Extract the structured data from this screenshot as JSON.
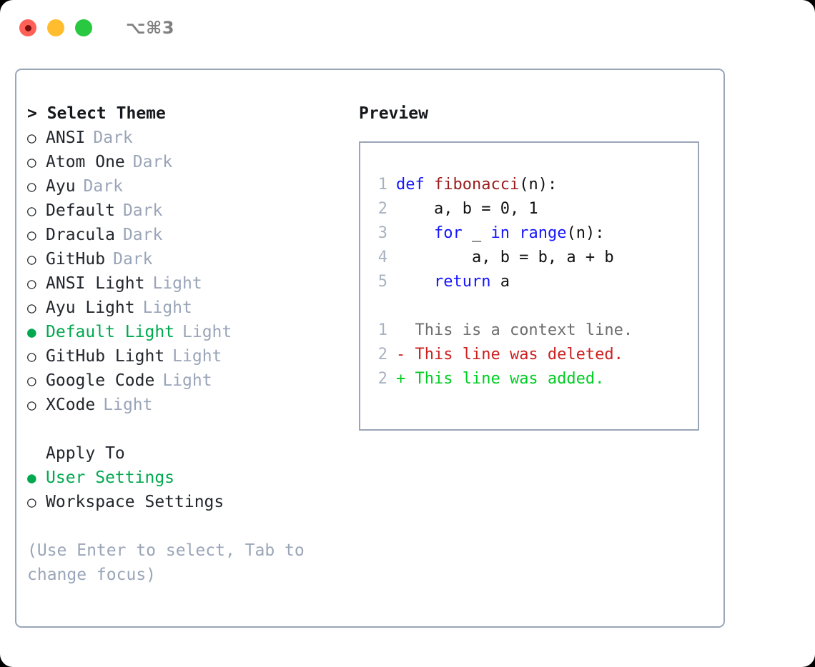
{
  "titlebar": {
    "shortcut": "⌥⌘3",
    "lights": [
      "close-red",
      "minimize-yellow",
      "zoom-green"
    ]
  },
  "theme_panel": {
    "header": "> Select Theme",
    "items": [
      {
        "marker": "○",
        "label": "ANSI",
        "badge": "Dark",
        "selected": false
      },
      {
        "marker": "○",
        "label": "Atom One",
        "badge": "Dark",
        "selected": false
      },
      {
        "marker": "○",
        "label": "Ayu",
        "badge": "Dark",
        "selected": false
      },
      {
        "marker": "○",
        "label": "Default",
        "badge": "Dark",
        "selected": false
      },
      {
        "marker": "○",
        "label": "Dracula",
        "badge": "Dark",
        "selected": false
      },
      {
        "marker": "○",
        "label": "GitHub",
        "badge": "Dark",
        "selected": false
      },
      {
        "marker": "○",
        "label": "ANSI Light",
        "badge": "Light",
        "selected": false
      },
      {
        "marker": "○",
        "label": "Ayu Light",
        "badge": "Light",
        "selected": false
      },
      {
        "marker": "●",
        "label": "Default Light",
        "badge": "Light",
        "selected": true
      },
      {
        "marker": "○",
        "label": "GitHub Light",
        "badge": "Light",
        "selected": false
      },
      {
        "marker": "○",
        "label": "Google Code",
        "badge": "Light",
        "selected": false
      },
      {
        "marker": "○",
        "label": "XCode",
        "badge": "Light",
        "selected": false
      }
    ],
    "apply_to": {
      "header": "Apply To",
      "options": [
        {
          "marker": "●",
          "label": "User Settings",
          "selected": true
        },
        {
          "marker": "○",
          "label": "Workspace Settings",
          "selected": false
        }
      ]
    },
    "hint": "(Use Enter to select, Tab to change focus)"
  },
  "preview": {
    "title": "Preview",
    "code_lines": [
      {
        "num": "1",
        "tokens": [
          {
            "t": "def ",
            "c": "kw"
          },
          {
            "t": "fibonacci",
            "c": "fn"
          },
          {
            "t": "(n):",
            "c": "plain"
          }
        ]
      },
      {
        "num": "2",
        "tokens": [
          {
            "t": "    a, b = 0, 1",
            "c": "plain"
          }
        ]
      },
      {
        "num": "3",
        "tokens": [
          {
            "t": "    ",
            "c": "plain"
          },
          {
            "t": "for",
            "c": "kw"
          },
          {
            "t": " _ ",
            "c": "plain"
          },
          {
            "t": "in range",
            "c": "kw"
          },
          {
            "t": "(n):",
            "c": "plain"
          }
        ]
      },
      {
        "num": "4",
        "tokens": [
          {
            "t": "        a, b = b, a + b",
            "c": "plain"
          }
        ]
      },
      {
        "num": "5",
        "tokens": [
          {
            "t": "    ",
            "c": "plain"
          },
          {
            "t": "return",
            "c": "kw"
          },
          {
            "t": " a",
            "c": "plain"
          }
        ]
      }
    ],
    "diff_lines": [
      {
        "num": "1",
        "sign": " ",
        "text": " This is a context line.",
        "kind": "ctx"
      },
      {
        "num": "2",
        "sign": "-",
        "text": " This line was deleted.",
        "kind": "del"
      },
      {
        "num": "2",
        "sign": "+",
        "text": " This line was added.",
        "kind": "add"
      }
    ]
  },
  "colors": {
    "selection_green": "#00a84f",
    "badge_gray": "#9aa5b8",
    "border": "#9aa5b8",
    "keyword_blue": "#1414ff",
    "function_red": "#9b1b1b",
    "diff_deleted": "#cc2020",
    "diff_added": "#00cc22",
    "line_number": "#a8b2c0",
    "light_red": "#ff6058",
    "light_yellow": "#ffbd2e",
    "light_green": "#28c840"
  }
}
